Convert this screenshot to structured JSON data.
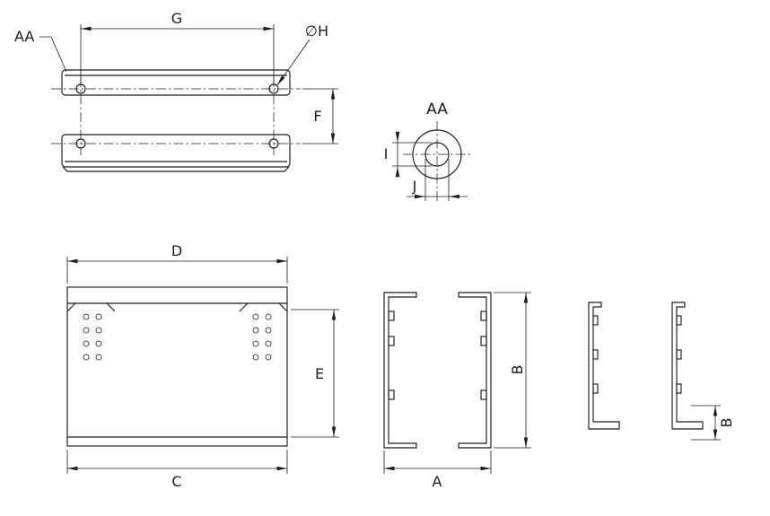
{
  "colors": {
    "line": "#1c1c1c",
    "background": "#ffffff"
  },
  "top_view": {
    "corner_callout": "AA",
    "hole_spacing": "G",
    "hole_diameter": "∅H",
    "row_offset": "F"
  },
  "detail_view": {
    "title": "AA",
    "slot_height": "I",
    "slot_width": "J"
  },
  "front_view": {
    "top_width": "D",
    "bottom_width": "C",
    "height": "E"
  },
  "side_view": {
    "width": "A",
    "height": "B"
  },
  "end_view": {
    "flange_height": "B"
  }
}
